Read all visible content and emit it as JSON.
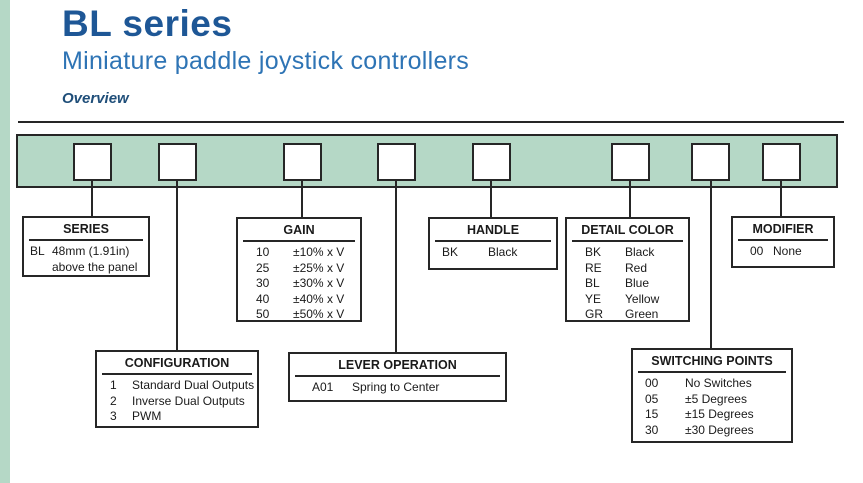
{
  "page": {
    "title": "BL series",
    "subtitle": "Miniature paddle joystick controllers",
    "section_label": "Overview"
  },
  "colors": {
    "accent_green": "#b5d8c6",
    "title_blue": "#1e5796",
    "subtitle_blue": "#2e74b5",
    "overview_blue": "#1f4e79",
    "line_dark": "#262626"
  },
  "diagram": {
    "slot_count": 8,
    "boxes": [
      {
        "id": "series",
        "title": "SERIES",
        "rows": [
          {
            "code": "BL",
            "desc": "48mm (1.91in)"
          },
          {
            "code": "",
            "desc": "above the panel"
          }
        ]
      },
      {
        "id": "gain",
        "title": "GAIN",
        "rows": [
          {
            "code": "10",
            "desc": "±10% x V"
          },
          {
            "code": "25",
            "desc": "±25% x V"
          },
          {
            "code": "30",
            "desc": "±30% x V"
          },
          {
            "code": "40",
            "desc": "±40% x V"
          },
          {
            "code": "50",
            "desc": "±50% x V"
          }
        ]
      },
      {
        "id": "handle",
        "title": "HANDLE",
        "rows": [
          {
            "code": "BK",
            "desc": "Black"
          }
        ]
      },
      {
        "id": "detail-color",
        "title": "DETAIL COLOR",
        "rows": [
          {
            "code": "BK",
            "desc": "Black"
          },
          {
            "code": "RE",
            "desc": "Red"
          },
          {
            "code": "BL",
            "desc": "Blue"
          },
          {
            "code": "YE",
            "desc": "Yellow"
          },
          {
            "code": "GR",
            "desc": "Green"
          }
        ]
      },
      {
        "id": "modifier",
        "title": "MODIFIER",
        "rows": [
          {
            "code": "00",
            "desc": "None"
          }
        ]
      },
      {
        "id": "configuration",
        "title": "CONFIGURATION",
        "rows": [
          {
            "code": "1",
            "desc": "Standard Dual Outputs"
          },
          {
            "code": "2",
            "desc": "Inverse Dual Outputs"
          },
          {
            "code": "3",
            "desc": "PWM"
          }
        ]
      },
      {
        "id": "lever-operation",
        "title": "LEVER OPERATION",
        "rows": [
          {
            "code": "A01",
            "desc": "Spring to Center"
          }
        ]
      },
      {
        "id": "switching-points",
        "title": "SWITCHING POINTS",
        "rows": [
          {
            "code": "00",
            "desc": "No Switches"
          },
          {
            "code": "05",
            "desc": "±5 Degrees"
          },
          {
            "code": "15",
            "desc": "±15 Degrees"
          },
          {
            "code": "30",
            "desc": "±30 Degrees"
          }
        ]
      }
    ]
  }
}
